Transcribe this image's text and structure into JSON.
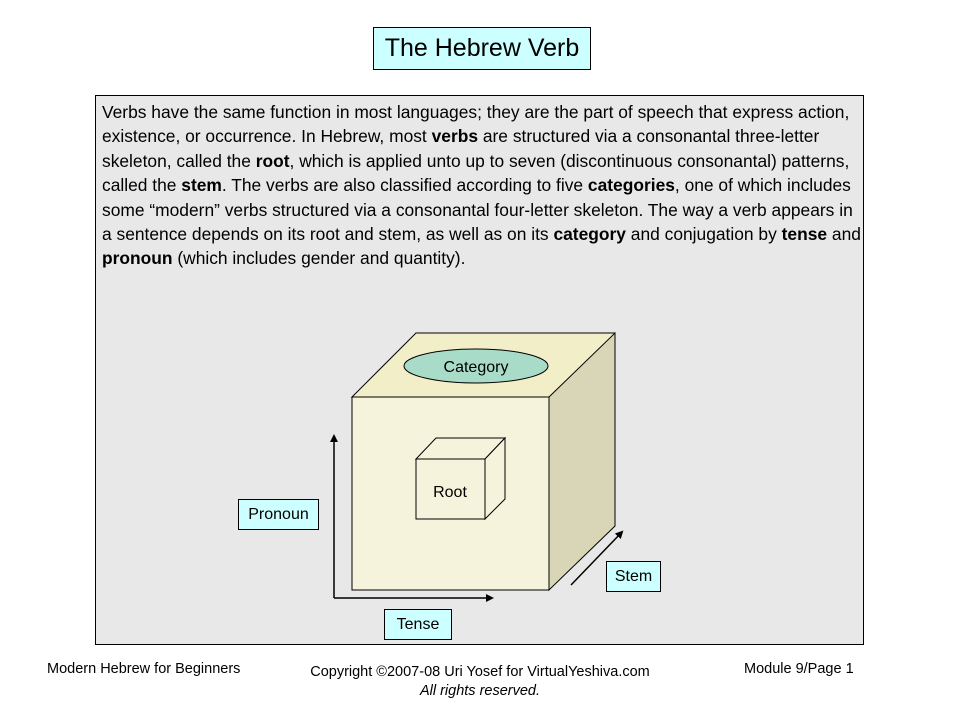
{
  "title": "The Hebrew Verb",
  "paragraph": [
    {
      "t": "Verbs have the same function in most languages; they are the part of speech that express action, existence, or occurrence.  In Hebrew, most ",
      "b": false
    },
    {
      "t": "verbs",
      "b": true
    },
    {
      "t": " are structured via a consonantal three-letter skeleton, called the ",
      "b": false
    },
    {
      "t": "root",
      "b": true
    },
    {
      "t": ", which is applied unto up to seven (discontinuous consonantal) patterns, called the ",
      "b": false
    },
    {
      "t": "stem",
      "b": true
    },
    {
      "t": ". The verbs are also classified according to five ",
      "b": false
    },
    {
      "t": "categories",
      "b": true
    },
    {
      "t": ", one of which includes some “modern” verbs structured via a consonantal four-letter skeleton. The way a verb appears in a sentence depends on its root and stem, as well as on its ",
      "b": false
    },
    {
      "t": "category",
      "b": true
    },
    {
      "t": " and conjugation by ",
      "b": false
    },
    {
      "t": "tense",
      "b": true
    },
    {
      "t": " and ",
      "b": false
    },
    {
      "t": "pronoun",
      "b": true
    },
    {
      "t": " (which includes gender and quantity).",
      "b": false
    }
  ],
  "diagram": {
    "category": "Category",
    "root": "Root",
    "pronoun": "Pronoun",
    "tense": "Tense",
    "stem": "Stem"
  },
  "footer": {
    "left": "Modern Hebrew for Beginners",
    "copyright": "Copyright ©2007-08 Uri Yosef for VirtualYeshiva.com",
    "rights": "All rights reserved.",
    "right": "Module 9/Page 1"
  },
  "colors": {
    "title_bg": "#ccffff",
    "panel_bg": "#e8e8e8",
    "cube_front": "#f5f3dc",
    "cube_top": "#f2efc8",
    "cube_side": "#d9d6b8",
    "category_ellipse": "#a9dcc8",
    "label_bg": "#ccffff"
  }
}
